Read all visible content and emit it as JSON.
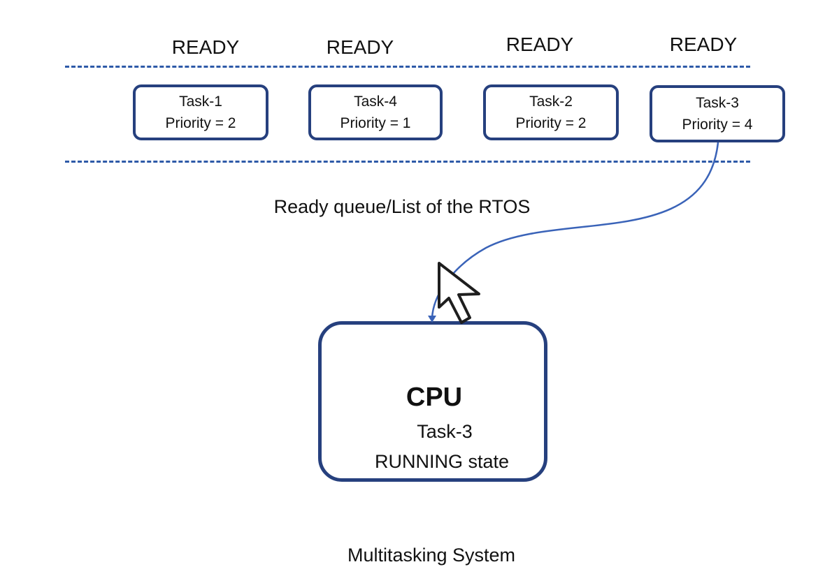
{
  "ready_states": [
    "READY",
    "READY",
    "READY",
    "READY"
  ],
  "tasks": [
    {
      "name": "Task-1",
      "priority": "Priority = 2"
    },
    {
      "name": "Task-4",
      "priority": "Priority = 1"
    },
    {
      "name": "Task-2",
      "priority": "Priority = 2"
    },
    {
      "name": "Task-3",
      "priority": "Priority = 4"
    }
  ],
  "ready_queue_caption": "Ready queue/List of the RTOS",
  "cpu": {
    "title": "CPU",
    "task": "Task-3",
    "state": "RUNNING state"
  },
  "footer_caption": "Multitasking System",
  "colors": {
    "box_border": "#26407e",
    "dashed_line": "#2e5aa8",
    "arrow": "#3a63b8"
  },
  "icons": {
    "cursor": "mouse-pointer-icon"
  }
}
